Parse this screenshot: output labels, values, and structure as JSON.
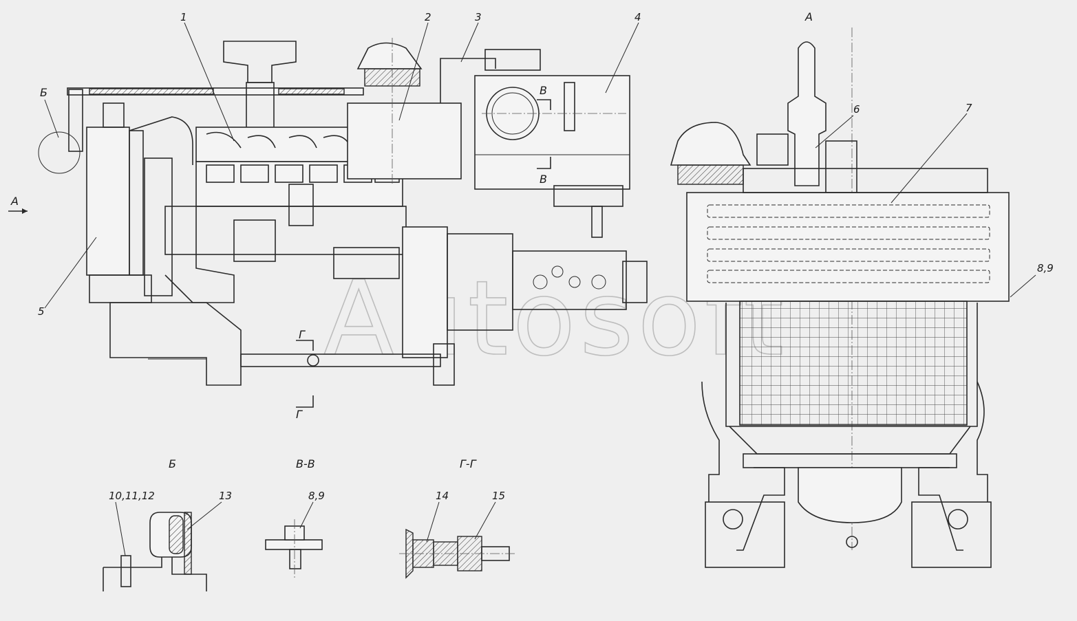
{
  "watermark": "Autosoft",
  "callouts": {
    "c1": "1",
    "c2": "2",
    "c3": "3",
    "c4": "4",
    "c5": "5",
    "c6": "6",
    "c7": "7",
    "c8_9": "8,9",
    "c10_12": "10,11,12",
    "c13": "13",
    "c8_9_detail": "8,9",
    "c14": "14",
    "c15": "15"
  },
  "view_markers": {
    "view_A_arrow": "А",
    "view_A_title": "А",
    "detail_B_marker": "Б",
    "detail_B_title": "Б",
    "section_V_top": "В",
    "section_V_bottom": "В",
    "section_V_title": "В-В",
    "section_G_top": "Г",
    "section_G_bottom": "Г",
    "section_G_title": "Г-Г"
  }
}
